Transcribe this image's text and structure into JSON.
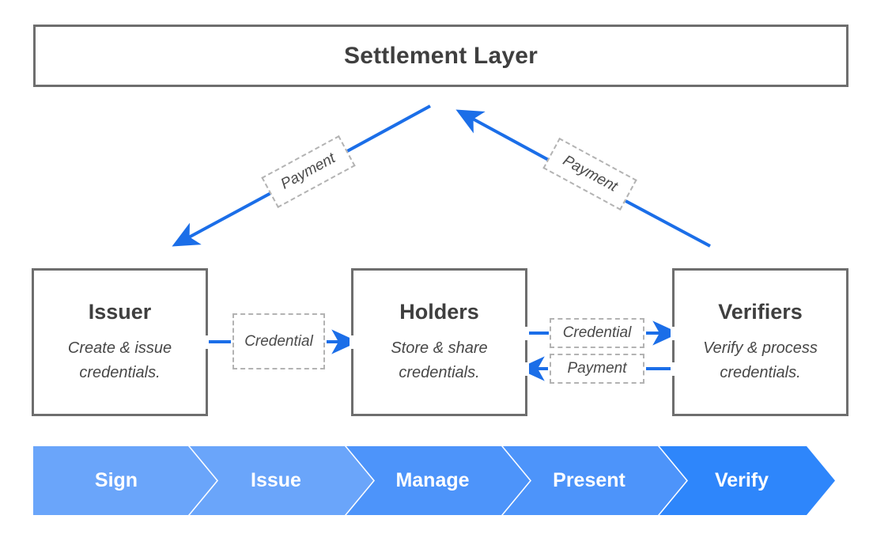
{
  "diagram": {
    "title": "Settlement Layer",
    "settlement_layer": {
      "label": "Settlement Layer"
    },
    "roles": [
      {
        "id": "issuer",
        "title": "Issuer",
        "description": "Create & issue credentials."
      },
      {
        "id": "holders",
        "title": "Holders",
        "description": "Store & share credentials."
      },
      {
        "id": "verifiers",
        "title": "Verifiers",
        "description": "Verify & process credentials."
      }
    ],
    "flow_labels": {
      "payment_left": "Payment",
      "payment_right": "Payment",
      "credential_issuer_to_holder": "Credential",
      "credential_holder_to_verifier": "Credential",
      "payment_verifier_to_holder": "Payment"
    },
    "process_steps": [
      {
        "label": "Sign",
        "color": "#6aa5fa"
      },
      {
        "label": "Issue",
        "color": "#6aa5fa"
      },
      {
        "label": "Manage",
        "color": "#4d94fa"
      },
      {
        "label": "Present",
        "color": "#4d94fa"
      },
      {
        "label": "Verify",
        "color": "#2e86fb"
      }
    ],
    "colors": {
      "arrow_blue": "#1b6ee8",
      "box_border": "#6e6e6e",
      "tag_border": "#b3b3b3",
      "title_text": "#3f3f3f",
      "body_text": "#474747",
      "background": "#ffffff"
    }
  }
}
